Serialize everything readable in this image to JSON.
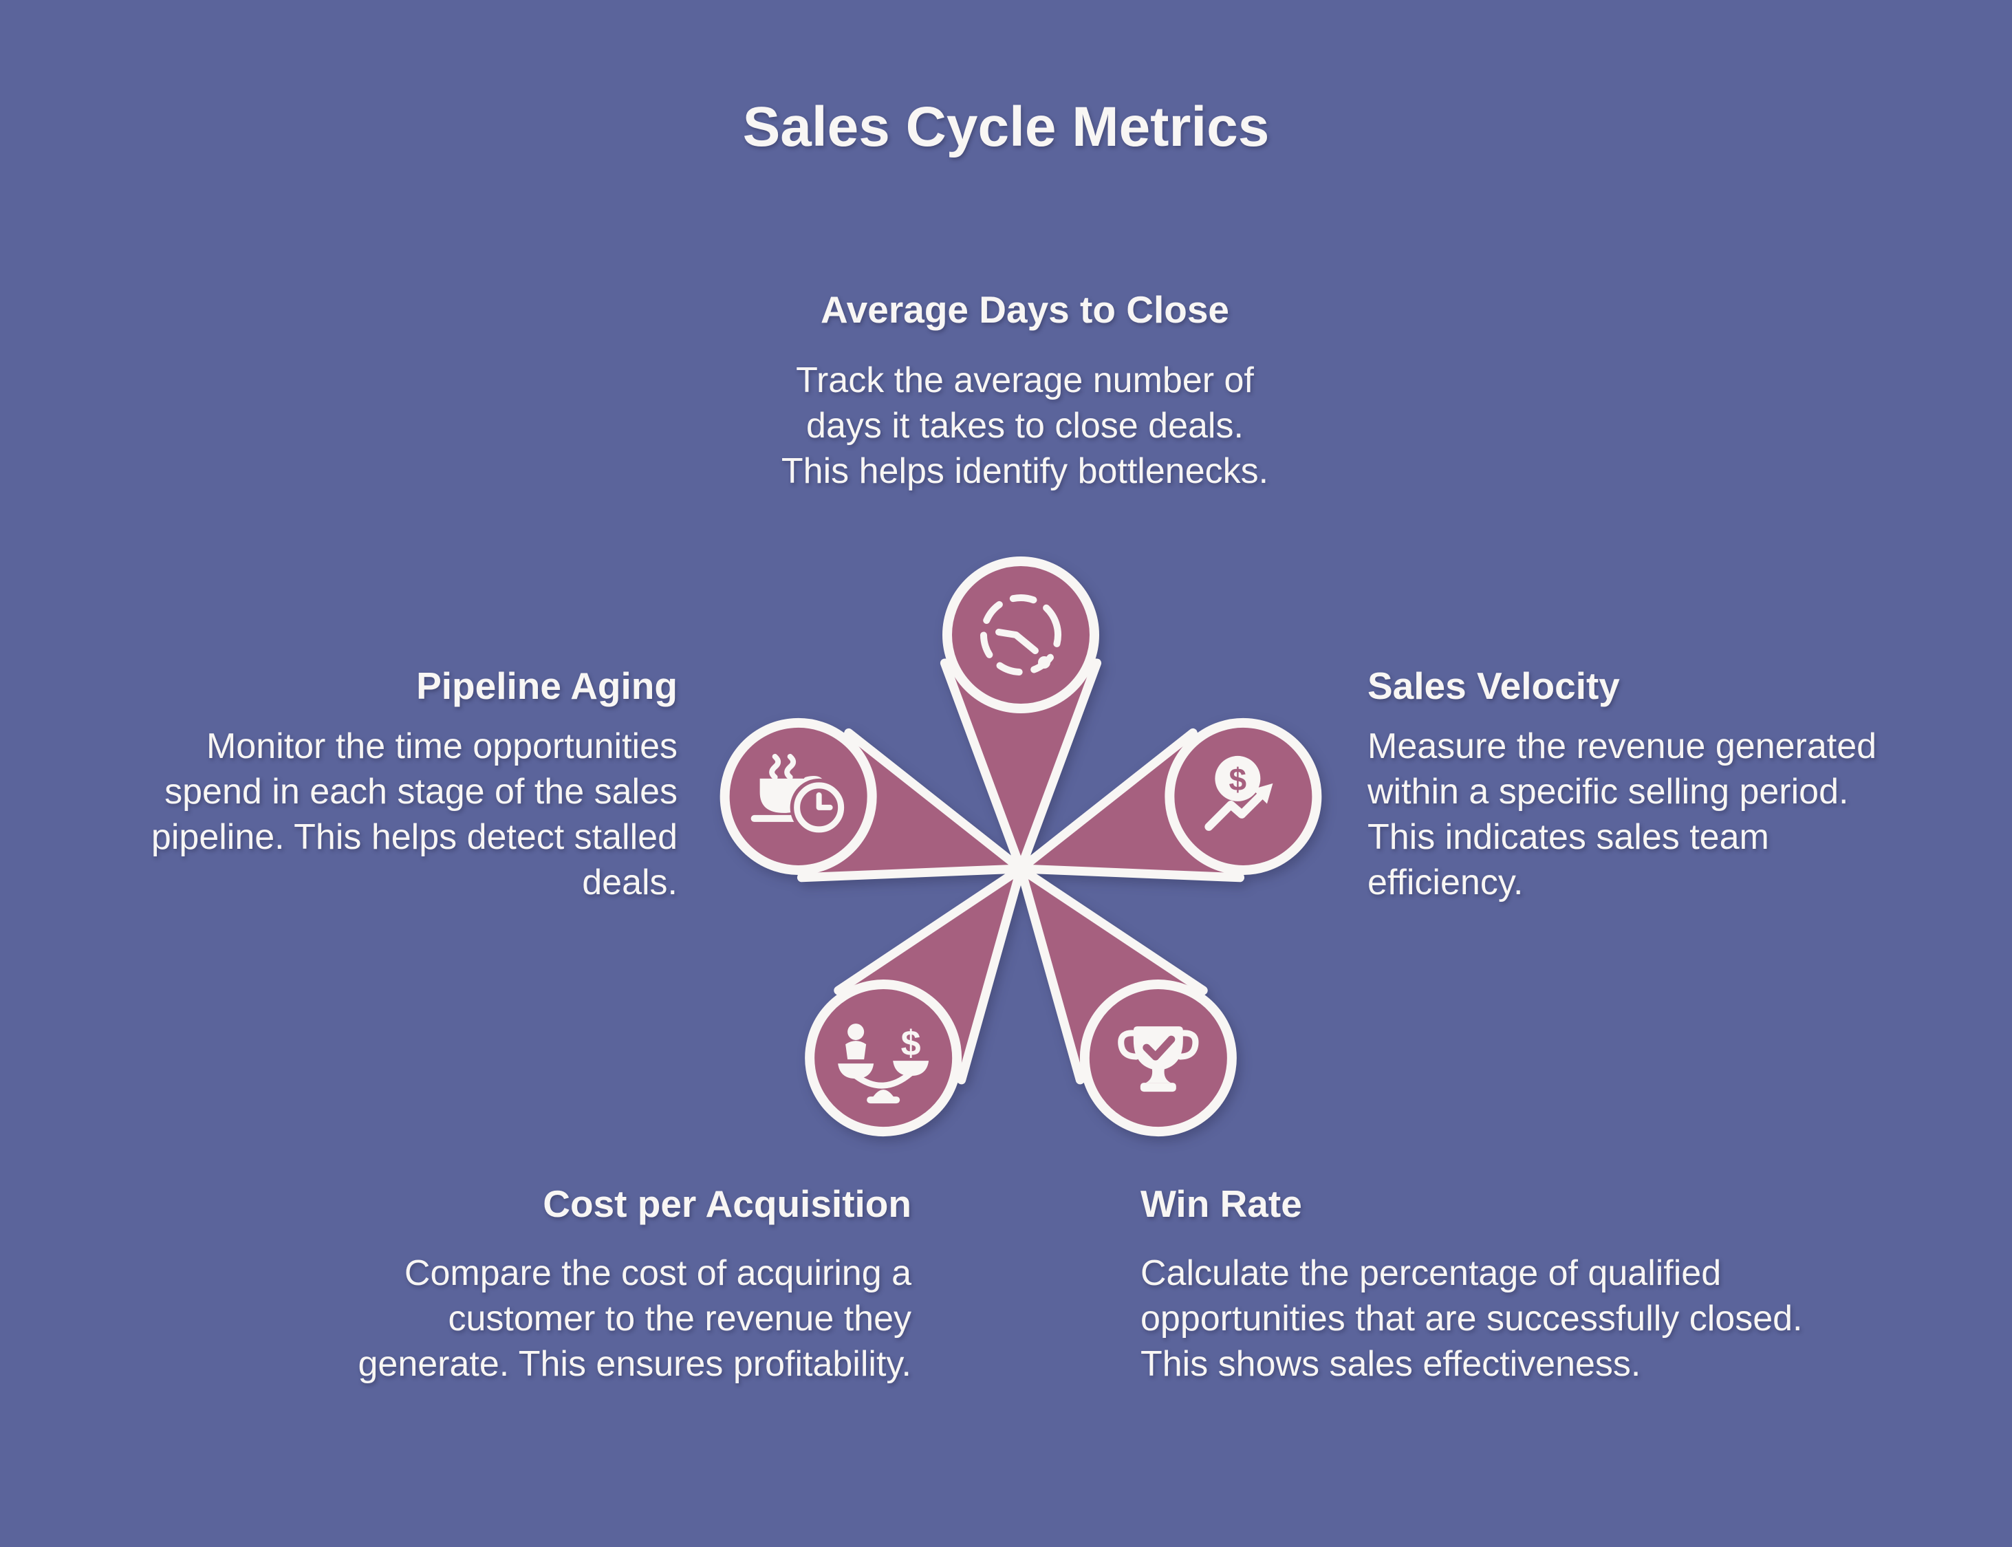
{
  "title": "Sales Cycle Metrics",
  "colors": {
    "background": "#5b649b",
    "petal": "#a6607f",
    "white": "#f8f6f4"
  },
  "glyphs": {
    "dollar": "$"
  },
  "metrics": {
    "average_days_to_close": {
      "heading": "Average Days to Close",
      "body": "Track the average number of\ndays it takes to close deals.\nThis helps identify bottlenecks.",
      "icon": "dashed-clock-icon"
    },
    "sales_velocity": {
      "heading": "Sales Velocity",
      "body": "Measure the revenue generated\nwithin a specific selling period.\nThis indicates sales team\nefficiency.",
      "icon": "dollar-growth-icon"
    },
    "win_rate": {
      "heading": "Win Rate",
      "body": "Calculate the percentage of qualified\nopportunities that are successfully closed.\nThis shows sales effectiveness.",
      "icon": "trophy-check-icon"
    },
    "cost_per_acquisition": {
      "heading": "Cost per Acquisition",
      "body": "Compare the cost of acquiring a\ncustomer to the revenue they\ngenerate. This ensures profitability.",
      "icon": "cost-balance-icon"
    },
    "pipeline_aging": {
      "heading": "Pipeline Aging",
      "body": "Monitor the time opportunities\nspend in each stage of the sales\npipeline. This helps detect stalled\ndeals.",
      "icon": "coffee-clock-icon"
    }
  }
}
